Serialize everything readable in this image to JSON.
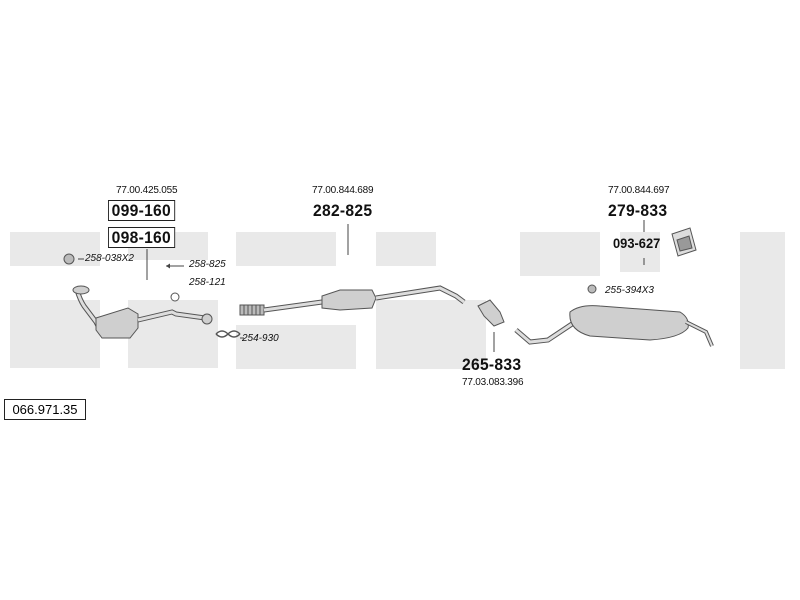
{
  "diagram": {
    "number": "066.971.35",
    "colors": {
      "watermark": "#e9e9e9",
      "stroke": "#555555",
      "pipe_fill": "#cfcfcf"
    },
    "groups": [
      {
        "oem": "77.00.425.055",
        "parts": [
          "099-160",
          "098-160"
        ]
      },
      {
        "oem": "77.00.844.689",
        "parts": [
          "282-825"
        ]
      },
      {
        "oem": "77.00.844.697",
        "parts": [
          "279-833",
          "093-627"
        ]
      },
      {
        "oem": "77.03.083.396",
        "parts": [
          "265-833"
        ]
      }
    ],
    "accessories": [
      "258-038X2",
      "258-825",
      "258-121",
      "254-930",
      "255-394X3"
    ]
  }
}
